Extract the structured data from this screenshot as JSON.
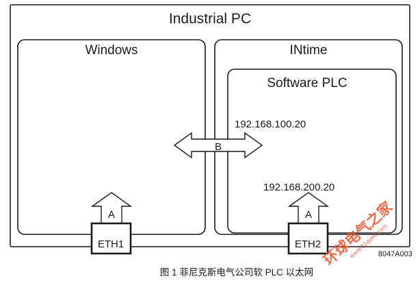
{
  "diagram": {
    "outer_title": "Industrial PC",
    "windows_title": "Windows",
    "intime_title": "INtime",
    "softplc_title": "Software PLC",
    "ip_upper": "192.168.100.20",
    "ip_lower": "192.168.200.20",
    "arrow_b_label": "B",
    "arrow_a1_label": "A",
    "arrow_a2_label": "A",
    "eth1_label": "ETH1",
    "eth2_label": "ETH2",
    "figure_code": "8047A003"
  },
  "caption": "图 1  菲尼克斯电气公司软 PLC 以太网",
  "watermark": {
    "text": "环球电气之家",
    "url": "www.51qdec.com",
    "color": "#e8542c"
  }
}
